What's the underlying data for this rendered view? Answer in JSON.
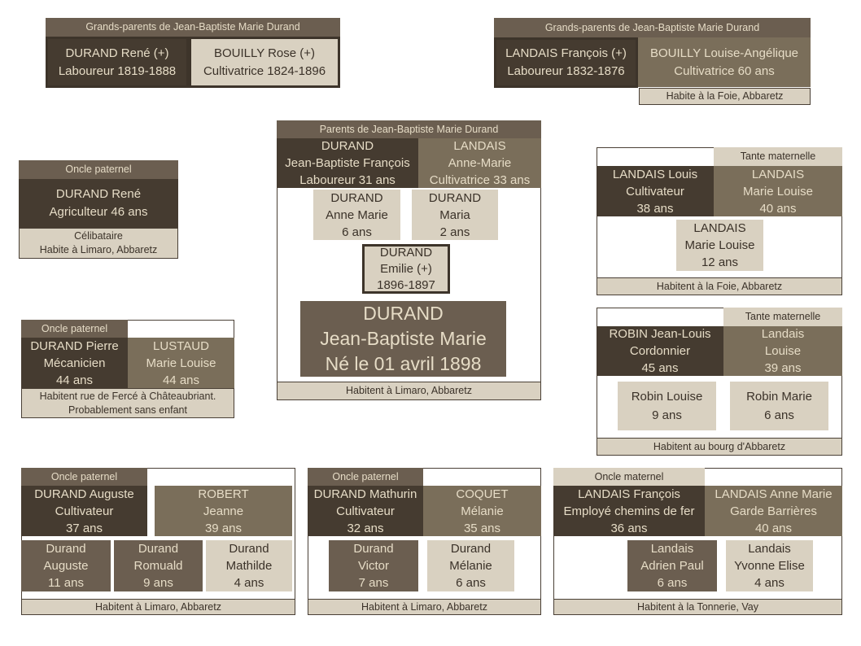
{
  "gp_paternal": {
    "title": "Grands-parents de Jean-Baptiste Marie Durand",
    "grandfather": [
      "DURAND René (+)",
      "Laboureur 1819-1888"
    ],
    "grandmother": [
      "BOUILLY Rose (+)",
      "Cultivatrice 1824-1896"
    ]
  },
  "gp_maternal": {
    "title": "Grands-parents de Jean-Baptiste Marie Durand",
    "grandfather": [
      "LANDAIS François (+)",
      "Laboureur 1832-1876"
    ],
    "grandmother": [
      "BOUILLY Louise-Angélique",
      "Cultivatrice 60 ans"
    ],
    "footer": "Habite à la Foie, Abbaretz"
  },
  "uncle_rene": {
    "title": "Oncle paternel",
    "person": [
      "DURAND René",
      "Agriculteur 46 ans"
    ],
    "footer": [
      "Célibataire",
      "Habite à Limaro, Abbaretz"
    ]
  },
  "parents": {
    "title": "Parents de Jean-Baptiste Marie Durand",
    "father": [
      "DURAND",
      "Jean-Baptiste François",
      "Laboureur 31 ans"
    ],
    "mother": [
      "LANDAIS",
      "Anne-Marie",
      "Cultivatrice 33 ans"
    ],
    "child0": [
      "DURAND",
      "Anne Marie",
      "6 ans"
    ],
    "child1": [
      "DURAND",
      "Maria",
      "2 ans"
    ],
    "child2": [
      "DURAND",
      "Emilie (+)",
      "1896-1897"
    ],
    "subject": [
      "DURAND",
      "Jean-Baptiste Marie",
      "Né le 01 avril 1898"
    ],
    "footer": "Habitent à Limaro, Abbaretz"
  },
  "uncle_pierre": {
    "title": "Oncle paternel",
    "husband": [
      "DURAND Pierre",
      "Mécanicien",
      "44 ans"
    ],
    "wife": [
      "LUSTAUD",
      "Marie Louise",
      "44 ans"
    ],
    "footer": [
      "Habitent rue de Fercé à Châteaubriant.",
      "Probablement sans enfant"
    ]
  },
  "aunt_marie_louise": {
    "title": "Tante maternelle",
    "husband": [
      "LANDAIS Louis",
      "Cultivateur",
      "38 ans"
    ],
    "wife": [
      "LANDAIS",
      "Marie Louise",
      "40 ans"
    ],
    "child0": [
      "LANDAIS",
      "Marie Louise",
      "12 ans"
    ],
    "footer": "Habitent à la Foie, Abbaretz"
  },
  "aunt_louise": {
    "title": "Tante maternelle",
    "husband": [
      "ROBIN Jean-Louis",
      "Cordonnier",
      "45 ans"
    ],
    "wife": [
      "Landais",
      "Louise",
      "39 ans"
    ],
    "child0": [
      "Robin Louise",
      "9 ans"
    ],
    "child1": [
      "Robin Marie",
      "6 ans"
    ],
    "footer": "Habitent au bourg d'Abbaretz"
  },
  "uncle_auguste": {
    "title": "Oncle paternel",
    "husband": [
      "DURAND Auguste",
      "Cultivateur",
      "37 ans"
    ],
    "wife": [
      "ROBERT",
      "Jeanne",
      "39 ans"
    ],
    "child0": [
      "Durand",
      "Auguste",
      "11 ans"
    ],
    "child1": [
      "Durand",
      "Romuald",
      "9 ans"
    ],
    "child2": [
      "Durand",
      "Mathilde",
      "4 ans"
    ],
    "footer": "Habitent à Limaro, Abbaretz"
  },
  "uncle_mathurin": {
    "title": "Oncle paternel",
    "husband": [
      "DURAND Mathurin",
      "Cultivateur",
      "32 ans"
    ],
    "wife": [
      "COQUET",
      "Mélanie",
      "35 ans"
    ],
    "child0": [
      "Durand",
      "Victor",
      "7 ans"
    ],
    "child1": [
      "Durand",
      "Mélanie",
      "6 ans"
    ],
    "footer": "Habitent à Limaro, Abbaretz"
  },
  "uncle_francois": {
    "title": "Oncle maternel",
    "husband": [
      "LANDAIS François",
      "Employé chemins de fer",
      "36 ans"
    ],
    "wife": [
      "LANDAIS Anne Marie",
      "Garde Barrières",
      "40 ans"
    ],
    "child0": [
      "Landais",
      "Adrien Paul",
      "6 ans"
    ],
    "child1": [
      "Landais",
      "Yvonne Elise",
      "4 ans"
    ],
    "footer": "Habitent à la Tonnerie, Vay"
  }
}
